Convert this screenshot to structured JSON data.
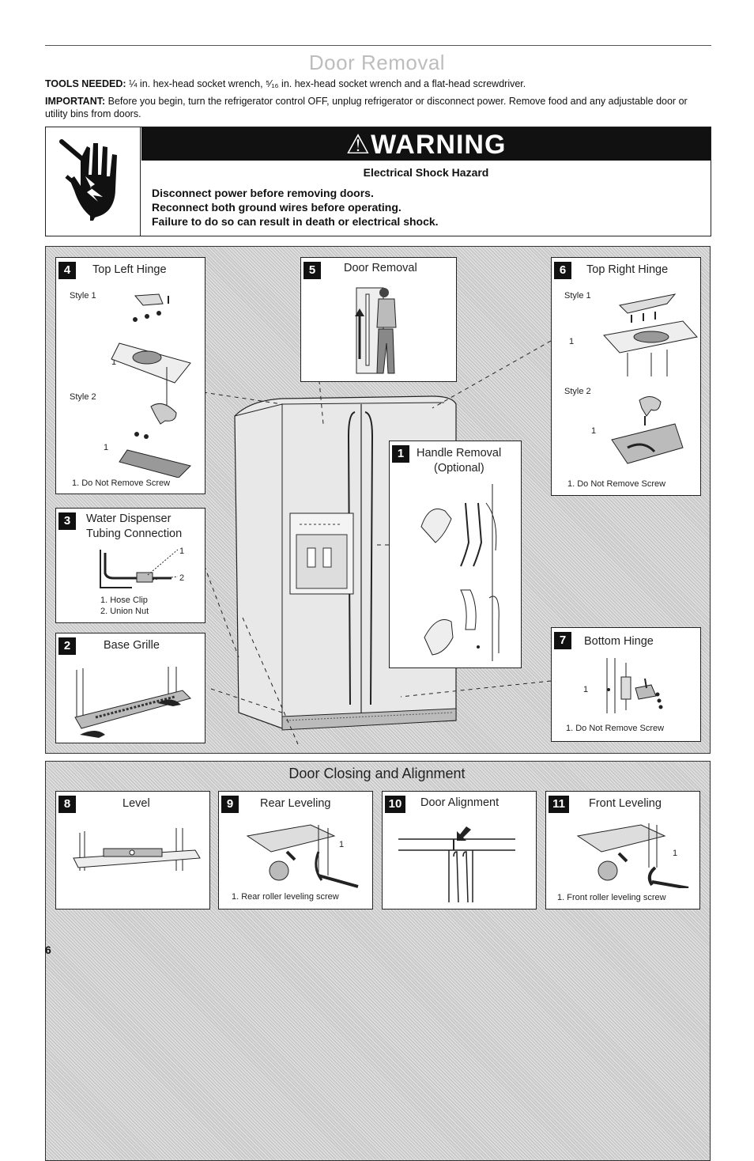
{
  "page": {
    "title": "Door Removal",
    "tools_label": "TOOLS NEEDED:",
    "tools_text": " ¼ in. hex-head socket wrench, ⁵⁄₁₆ in. hex-head socket wrench and a flat-head screwdriver.",
    "important_label": "IMPORTANT:",
    "important_text": " Before you begin, turn the refrigerator control OFF, unplug refrigerator or disconnect power. Remove food and any adjustable door or utility bins from doors.",
    "page_number": "6"
  },
  "warning": {
    "header": "⚠WARNING",
    "subtitle": "Electrical Shock Hazard",
    "lines": [
      "Disconnect power before removing doors.",
      "Reconnect both ground wires before operating.",
      "Failure to do so can result in death or electrical shock."
    ]
  },
  "steps": {
    "s4": {
      "num": "4",
      "title": "Top Left Hinge",
      "style1": "Style 1",
      "style2": "Style 2",
      "callout_a": "1",
      "callout_b": "1",
      "note": "1. Do Not Remove Screw"
    },
    "s5": {
      "num": "5",
      "title": "Door Removal"
    },
    "s6": {
      "num": "6",
      "title": "Top Right Hinge",
      "style1": "Style 1",
      "style2": "Style 2",
      "callout_a": "1",
      "callout_b": "1",
      "note": "1. Do Not Remove Screw"
    },
    "s1": {
      "num": "1",
      "title_line1": "Handle Removal",
      "title_line2": "(Optional)"
    },
    "s3": {
      "num": "3",
      "title_line1": "Water Dispenser",
      "title_line2": "Tubing Connection",
      "callout_a": "1",
      "callout_b": "2",
      "note1": "1. Hose Clip",
      "note2": "2. Union Nut"
    },
    "s2": {
      "num": "2",
      "title": "Base Grille"
    },
    "s7": {
      "num": "7",
      "title": "Bottom Hinge",
      "callout": "1",
      "note": "1. Do Not Remove Screw"
    }
  },
  "alignment": {
    "title": "Door Closing and Alignment",
    "s8": {
      "num": "8",
      "title": "Level"
    },
    "s9": {
      "num": "9",
      "title": "Rear Leveling",
      "callout": "1",
      "note": "1. Rear roller leveling screw"
    },
    "s10": {
      "num": "10",
      "title": "Door Alignment"
    },
    "s11": {
      "num": "11",
      "title": "Front Leveling",
      "callout": "1",
      "note": "1. Front roller leveling screw"
    }
  }
}
